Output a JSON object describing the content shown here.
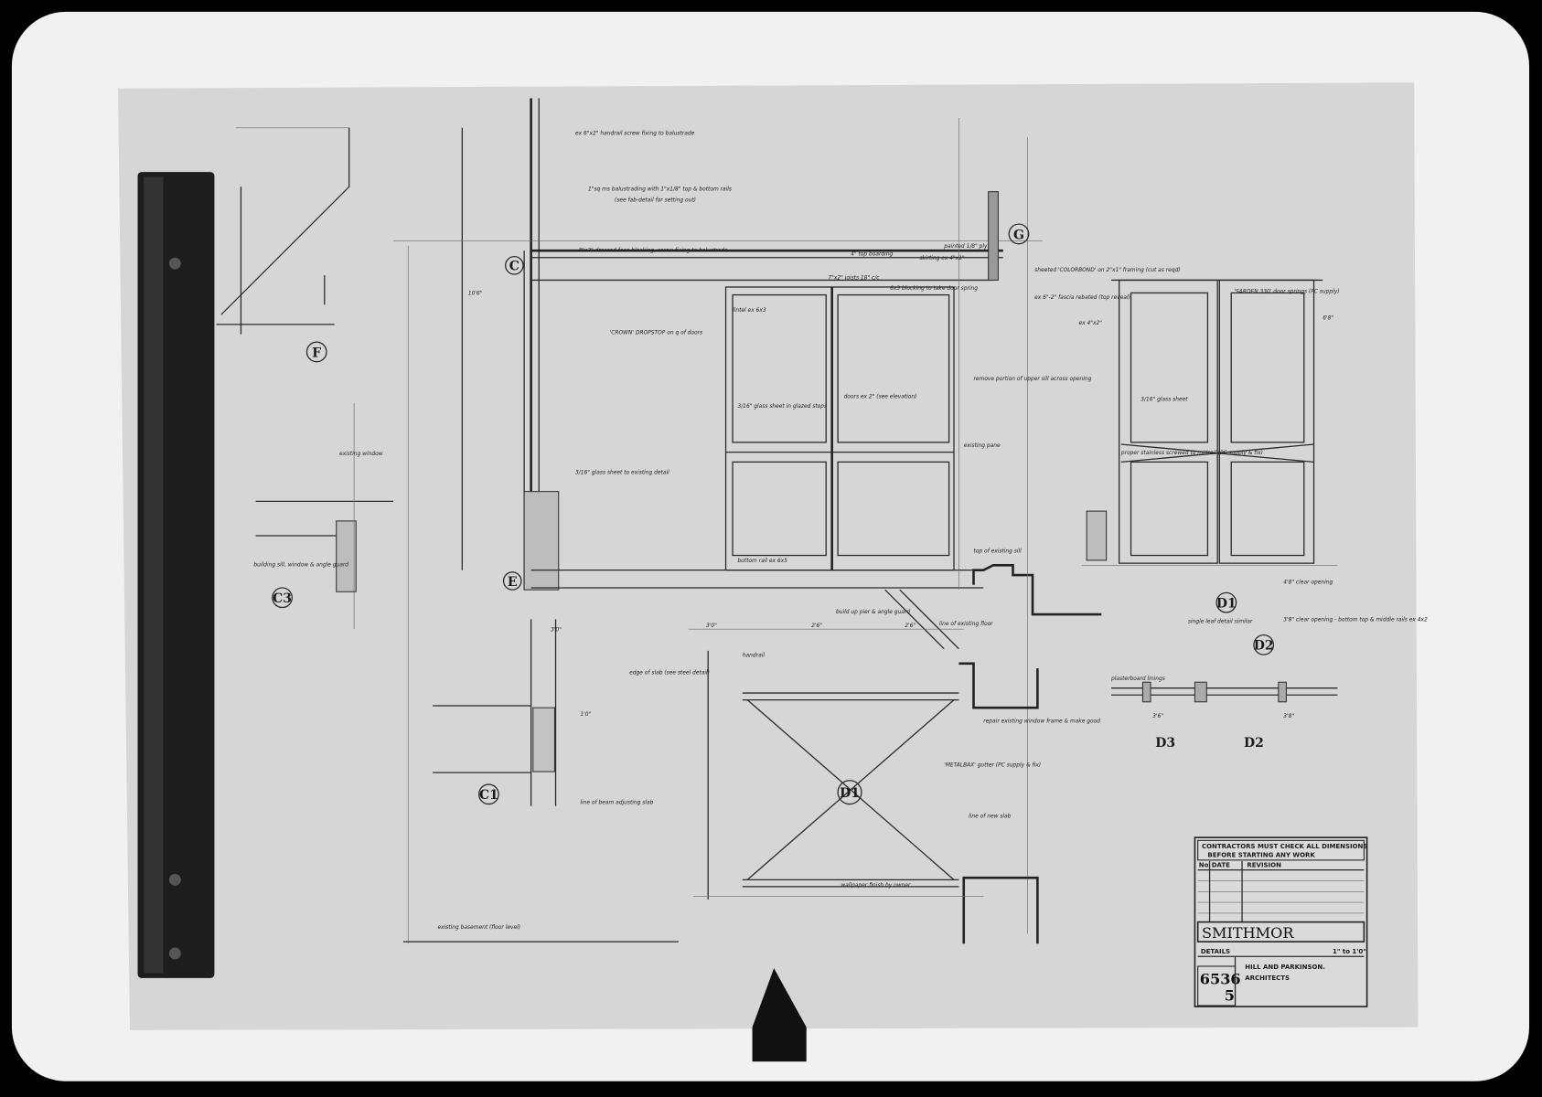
{
  "title_block": {
    "warning_line1": "CONTRACTORS MUST CHECK ALL DIMENSIONS",
    "warning_line2": "BEFORE STARTING ANY WORK",
    "col_no": "No",
    "col_date": "DATE",
    "col_revision": "REVISION",
    "project": "SMITHMOR",
    "sheet_title": "DETAILS",
    "scale": "1\" to 1'0\"",
    "drawing_number": "6536",
    "sheet_number": "5",
    "architect_line1": "HILL AND PARKINSON.",
    "architect_line2": "ARCHITECTS"
  },
  "detail_tags": {
    "f": "F",
    "c3": "C3",
    "c1": "C1",
    "e": "E",
    "c": "C",
    "g": "G",
    "d1_upper": "D1",
    "d1_lower": "D1",
    "d2_circle": "D2",
    "d3": "D3",
    "d2": "D2"
  },
  "notes": {
    "n1": "ex 6\"x2\" handrail screw fixing to balustrade",
    "n2": "1\"sq ms balustrading with 1\"x1/8\" top & bottom rails",
    "n3": "(see fab-detail for setting out)",
    "n4": "3\"x2\" dressed face blocking, screw fixing to balustrade",
    "n5": "4\" top boarding",
    "n6": "7\"x2\" joists 18\" c/c",
    "n7": "6x3 blocking to take door spring",
    "n8": "painted 1/8\" ply",
    "n9": "skirting ex 4\"x1\"",
    "n10": "sheeted 'COLORBOND' on 2\"x1\" framing (cut as reqd)",
    "n11": "ex 6\"-2\" fascia rebated (top reveal)",
    "n12": "'SARDEN 330' door springs (PC supply)",
    "n13": "ex 4\"x2\"",
    "n14": "remove portion of upper sill across opening",
    "n15": "'CROWN' DROPSTOP on q of doors",
    "n16": "lintel ex 6x3",
    "n17": "3/16\" glass sheet in glazed stops",
    "n18": "doors ex 2\" (see elevation)",
    "n19": "existing pane",
    "n20": "3/16\" glass sheet",
    "n21": "proper stainless screwed to midrail (PC supply & fix)",
    "n22": "bottom rail ex 6x5",
    "n23": "top of existing sill",
    "n24": "line of existing floor",
    "n25": "build up pier & angle guard",
    "n26": "edge of slab (see steel detail)",
    "n27": "line of beam adjusting slab",
    "n28": "'METALBAX' gutter (PC supply & fix)",
    "n29": "line of new slab",
    "n30": "wallpaper finish by owner",
    "n31": "existing basement (floor level)",
    "n32": "handrail",
    "n33": "existing window",
    "n34": "building sill, window & angle guard",
    "n35": "single leaf detail similar",
    "n36": "3'8\" clear opening - bottom top & middle rails ex 4x2",
    "n37": "repair existing window frame & make good",
    "n38": "plasterboard linings",
    "n39": "3/16\" glass sheet to existing detail",
    "n40": "4'8\" clear opening"
  },
  "dimensions": {
    "d1": "3'0\"",
    "d2": "2'6\"",
    "d3": "2'6\"",
    "d4": "3'0\"",
    "d5": "1'0\"",
    "d6": "3'6\"",
    "d7": "3'8\"",
    "d8": "6'8\"",
    "d9": "10'6\""
  }
}
